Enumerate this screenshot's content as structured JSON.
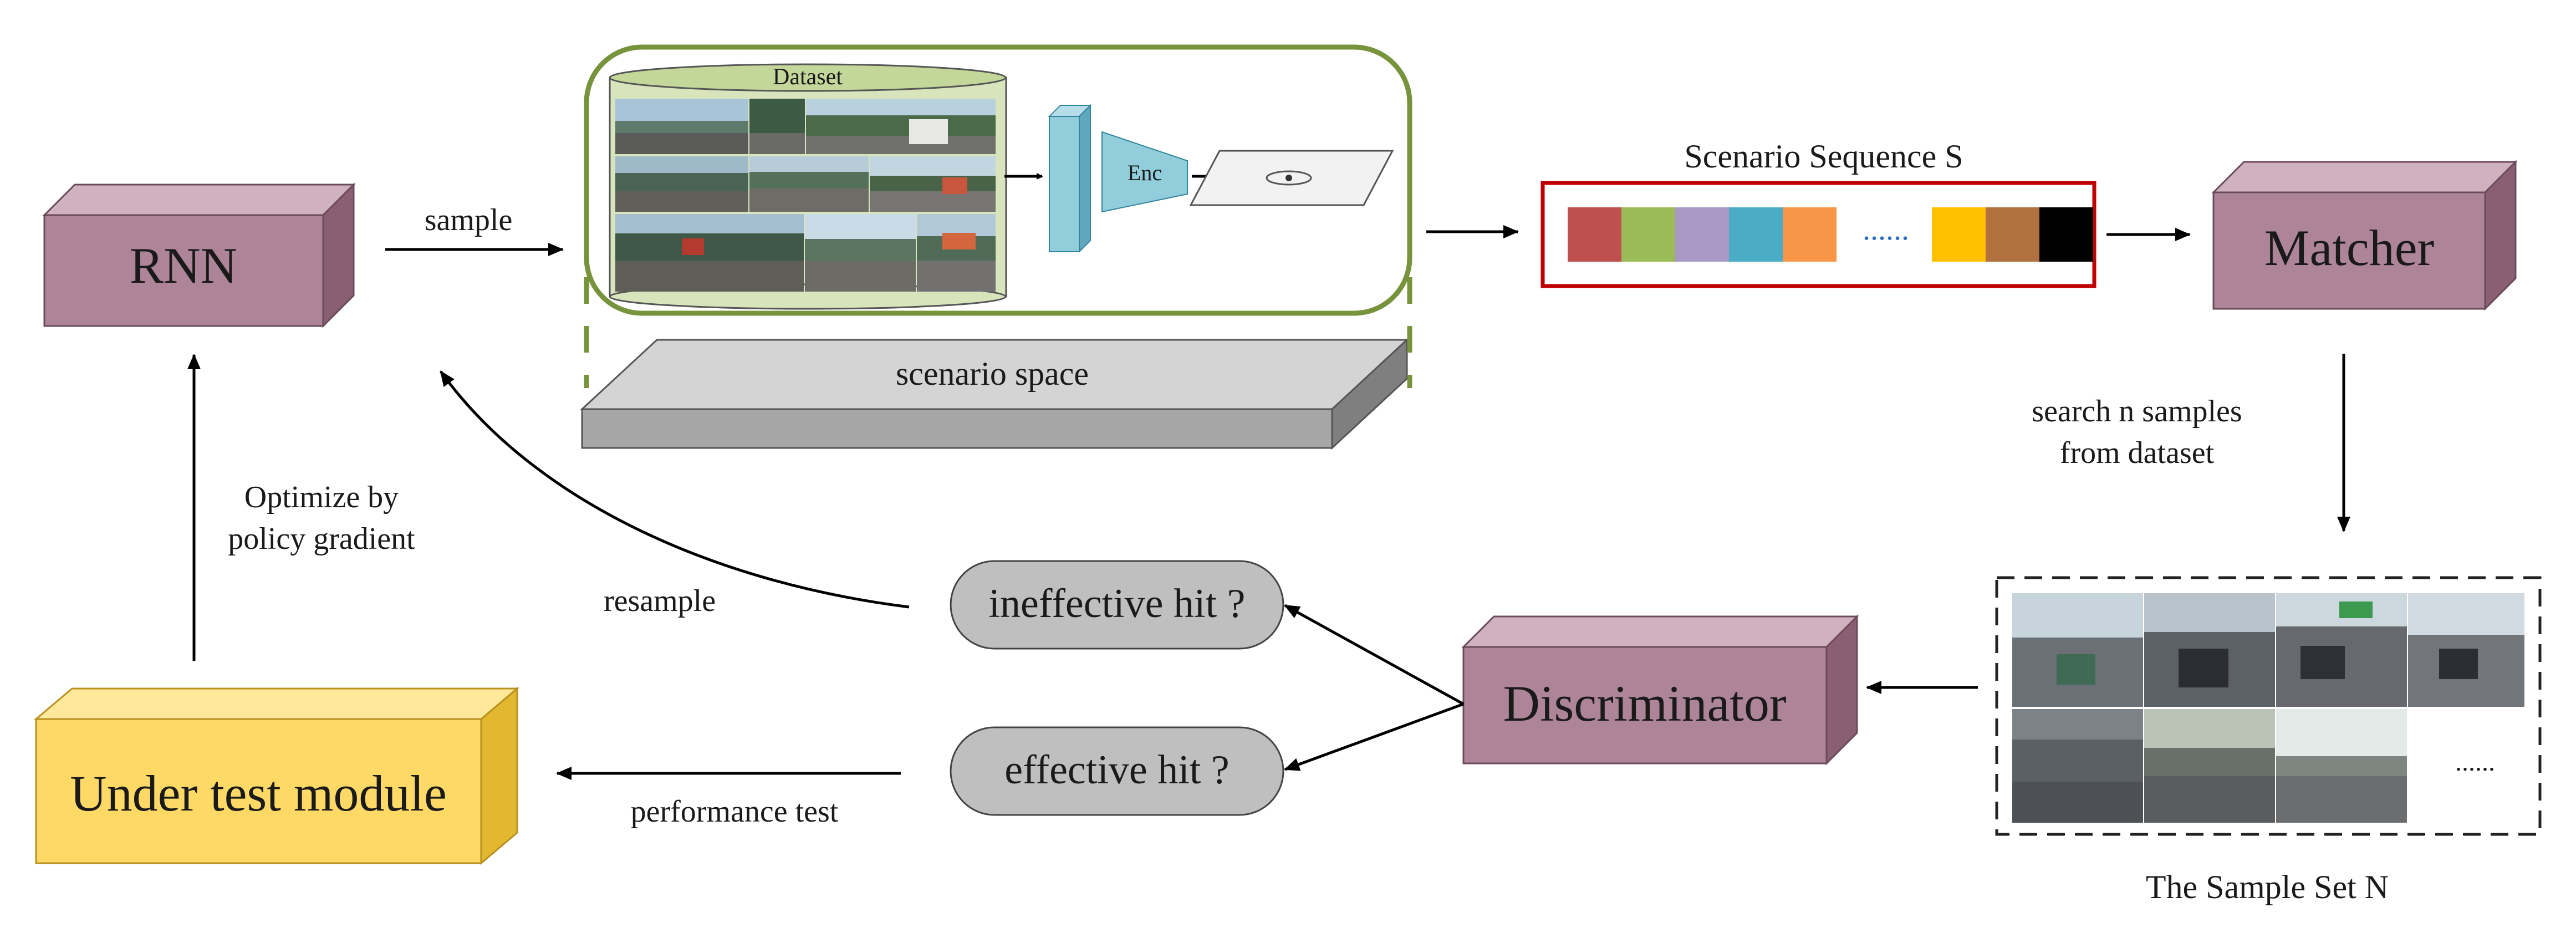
{
  "boxes": {
    "rnn": "RNN",
    "matcher": "Matcher",
    "discriminator": "Discriminator",
    "under_test": "Under test module"
  },
  "dataset": {
    "title": "Dataset",
    "encoder": "Enc"
  },
  "scenario_space": "scenario space",
  "sequence": {
    "title": "Scenario  Sequence  S",
    "colors": [
      "#c0504d",
      "#9bbb59",
      "#a997c4",
      "#4bacc6",
      "#f79646",
      "#ffc000",
      "#b07040",
      "#000000"
    ],
    "ellipsis": "......"
  },
  "sample_set": {
    "caption": "The Sample Set  N",
    "ellipsis": "......"
  },
  "decisions": {
    "ineffective": "ineffective hit ?",
    "effective": "effective hit ?"
  },
  "labels": {
    "sample": "sample",
    "resample": "resample",
    "search_line1": "search n samples",
    "search_line2": "from dataset",
    "optimize_line1": "Optimize by",
    "optimize_line2": "policy gradient",
    "performance_test": "performance test"
  },
  "colors": {
    "box_face": "#ae8499",
    "box_top": "#cfb1c0",
    "box_side": "#8a5f74",
    "yellow_face": "#ffd966",
    "yellow_top": "#ffe89a",
    "yellow_side": "#e2b830",
    "green_outline": "#77933c",
    "sequence_border": "#c00000",
    "encoder": "#92cddc"
  }
}
